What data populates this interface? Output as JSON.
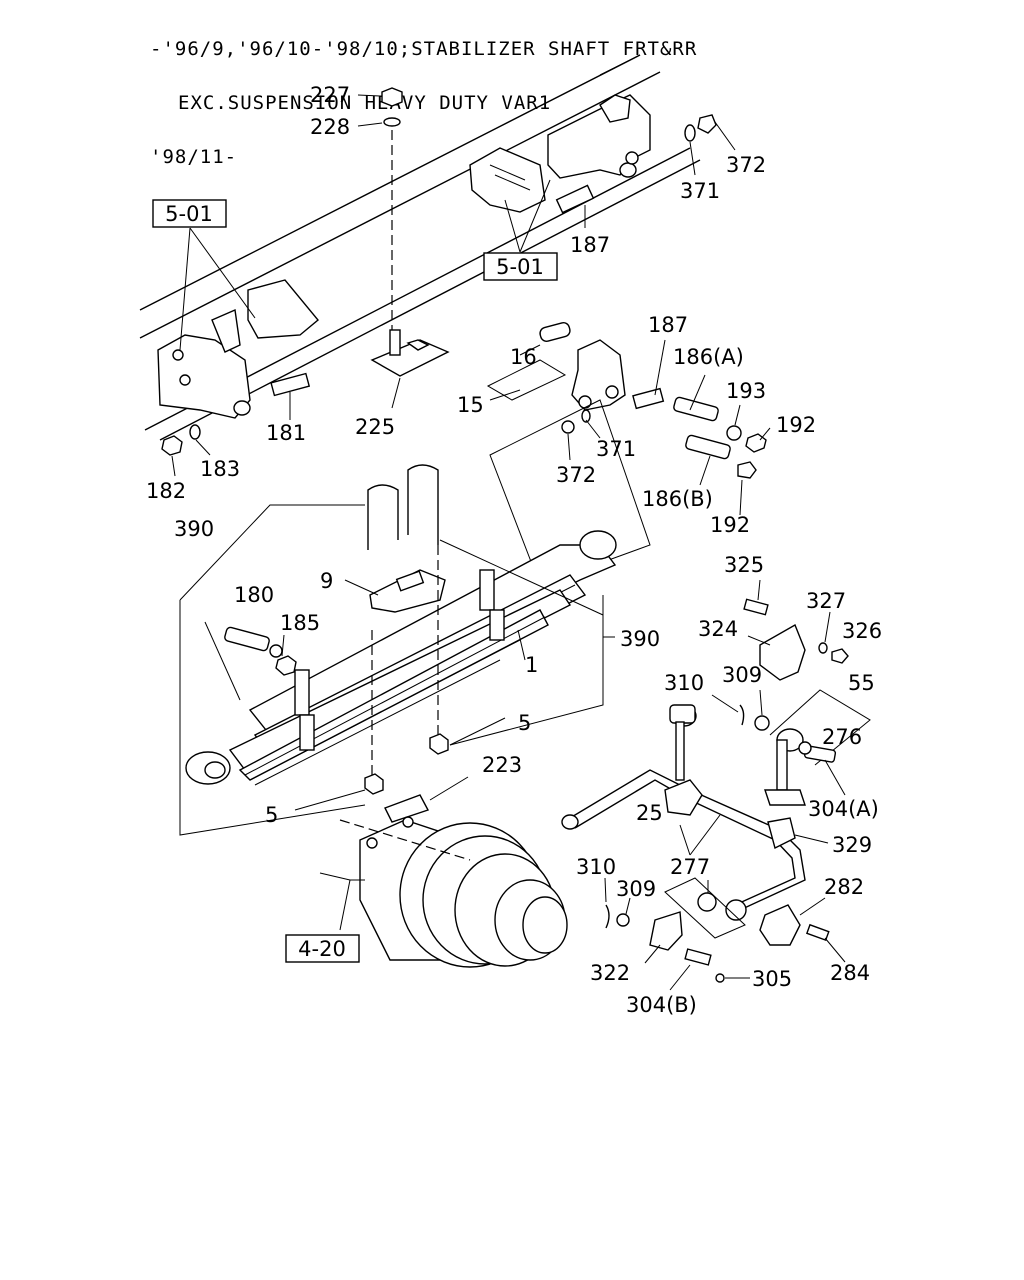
{
  "header": {
    "line1": "-'96/9,'96/10-'98/10;STABILIZER SHAFT FRT&RR",
    "line2": "EXC.SUSPENSION HEAVY DUTY VAR1",
    "line3": "'98/11-"
  },
  "callouts": {
    "c227": "227",
    "c228": "228",
    "c372a": "372",
    "c371a": "371",
    "c187a": "187",
    "c16": "16",
    "c187b": "187",
    "c186a": "186(A)",
    "c15": "15",
    "c193": "193",
    "c192a": "192",
    "c181": "181",
    "c225": "225",
    "c371b": "371",
    "c372b": "372",
    "c186b": "186(B)",
    "c192b": "192",
    "c182": "182",
    "c183": "183",
    "c390a": "390",
    "c9": "9",
    "c180": "180",
    "c185": "185",
    "c1": "1",
    "c390b": "390",
    "c325": "325",
    "c327": "327",
    "c326": "326",
    "c324": "324",
    "c55": "55",
    "c310a": "310",
    "c309a": "309",
    "c276": "276",
    "c5a": "5",
    "c223": "223",
    "c5b": "5",
    "c304a": "304(A)",
    "c25": "25",
    "c329": "329",
    "c277": "277",
    "c310b": "310",
    "c309b": "309",
    "c282": "282",
    "c322": "322",
    "c284": "284",
    "c305": "305",
    "c304b": "304(B)"
  },
  "refs": {
    "r501a": "5-01",
    "r501b": "5-01",
    "r420": "4-20"
  }
}
